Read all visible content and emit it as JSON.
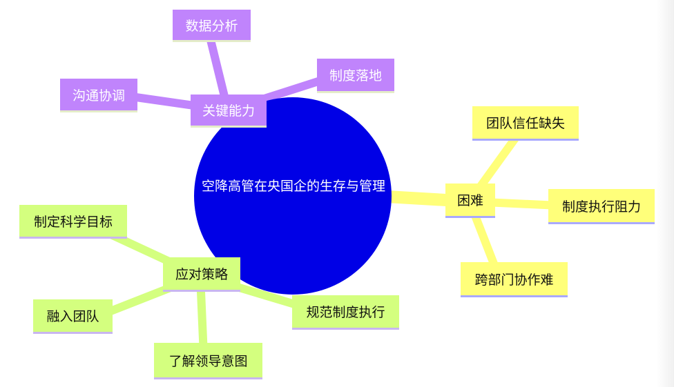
{
  "root": {
    "label": "空降高管在央国企的生存与管理"
  },
  "colors": {
    "root_fill": "#0000e6",
    "purple_branch": "#c084fc",
    "yellow_branch": "#ffff7a",
    "green_branch": "#d4ff7f"
  },
  "branches": {
    "key_abilities": {
      "label": "关键能力",
      "children": [
        "数据分析",
        "沟通协调",
        "制度落地"
      ]
    },
    "difficulties": {
      "label": "困难",
      "children": [
        "团队信任缺失",
        "制度执行阻力",
        "跨部门协作难"
      ]
    },
    "strategies": {
      "label": "应对策略",
      "children": [
        "制定科学目标",
        "融入团队",
        "了解领导意图",
        "规范制度执行"
      ]
    }
  }
}
